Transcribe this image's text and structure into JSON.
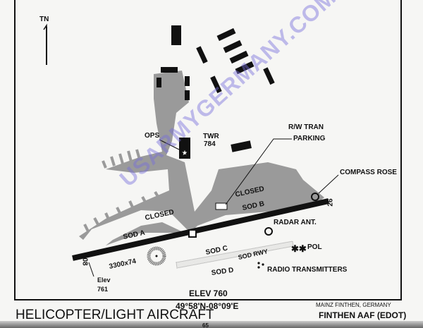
{
  "diagram": {
    "north_label": "TN",
    "labels": {
      "ops": "OPS",
      "twr": "TWR",
      "twr_elev": "784",
      "rw_tran": "R/W TRAN",
      "parking": "PARKING",
      "compass_rose": "COMPASS ROSE",
      "closed_1": "CLOSED",
      "closed_2": "CLOSED",
      "sod_a": "SOD A",
      "sod_b": "SOD B",
      "sod_c": "SOD C",
      "sod_d": "SOD D",
      "sod_rwy": "SOD RWY",
      "radar_ant": "RADAR ANT.",
      "pol": "POL",
      "radio_transmitters": "RADIO TRANSMITTERS",
      "runway_dims": "3300x74",
      "rwy_08": "08",
      "rwy_26": "26",
      "elev_label": "Elev",
      "elev_value": "761"
    },
    "field_elev": "ELEV 760"
  },
  "footer": {
    "coords": "49°58'N-08°09'E",
    "location": "MAINZ FINTHEN, GERMANY",
    "airfield": "FINTHEN AAF (EDOT)",
    "category": "HELICOPTER/LIGHT AIRCRAFT",
    "page_number": "65"
  },
  "watermark": "USARMYGERMANY.COM",
  "colors": {
    "pavement": "#9a9a9a",
    "runway": "#111111",
    "watermark": "#7a6ed8"
  }
}
